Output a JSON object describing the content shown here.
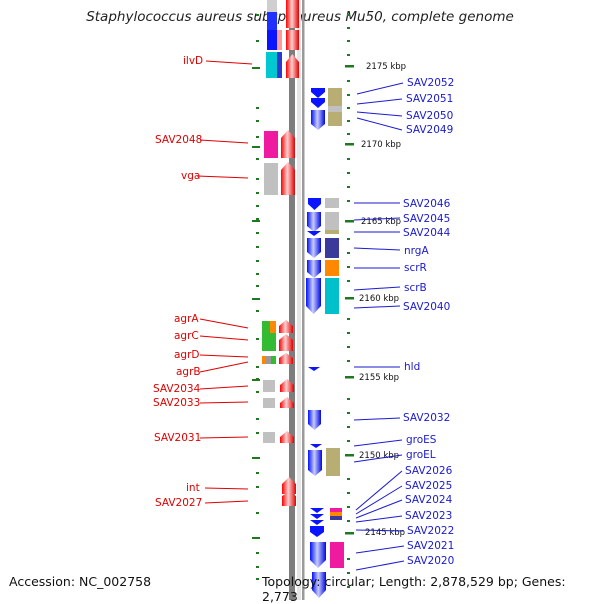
{
  "title": "Staphylococcus aureus subsp. aureus Mu50, complete genome",
  "footer": {
    "accession": "Accession: NC_002758",
    "summary": "Topology: circular; Length: 2,878,529 bp; Genes: 2,773"
  },
  "colors": {
    "left_label": "#e00000",
    "right_label": "#1a1ad0",
    "forward_gene": "#ff0000",
    "reverse_gene": "#0a14ff",
    "backbone": "#8a8a8a",
    "tick": "#1f7a1f"
  },
  "scale_ticks": [
    "2175 kbp",
    "2170 kbp",
    "2165 kbp",
    "2160 kbp",
    "2155 kbp",
    "2150 kbp",
    "2145 kbp"
  ],
  "left_genes": [
    "ilvD",
    "SAV2048",
    "vga",
    "agrA",
    "agrC",
    "agrD",
    "agrB",
    "SAV2034",
    "SAV2033",
    "SAV2031",
    "int",
    "SAV2027"
  ],
  "right_genes": [
    "SAV2052",
    "SAV2051",
    "SAV2050",
    "SAV2049",
    "SAV2046",
    "SAV2045",
    "SAV2044",
    "nrgA",
    "scrR",
    "scrB",
    "SAV2040",
    "hld",
    "SAV2032",
    "groES",
    "groEL",
    "SAV2026",
    "SAV2025",
    "SAV2024",
    "SAV2023",
    "SAV2022",
    "SAV2021",
    "SAV2020"
  ]
}
